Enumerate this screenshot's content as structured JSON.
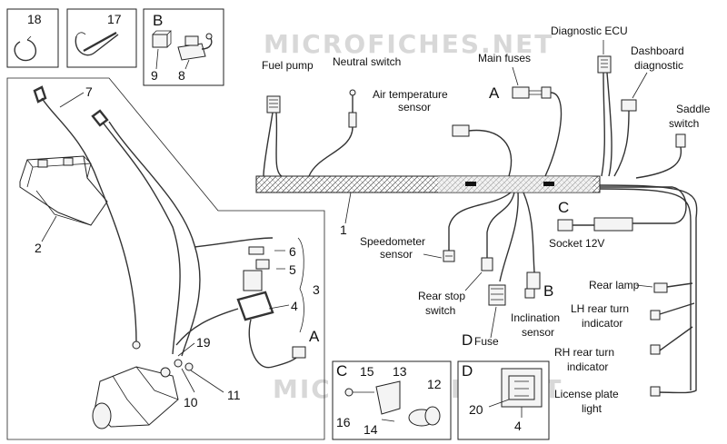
{
  "watermark": "MICROFICHES.NET",
  "labels": {
    "fuel_pump": "Fuel pump",
    "neutral_switch": "Neutral switch",
    "main_fuses": "Main fuses",
    "diagnostic_ecu": "Diagnostic ECU",
    "dashboard_diagnostic_1": "Dashboard",
    "dashboard_diagnostic_2": "diagnostic",
    "air_temp_1": "Air temperature",
    "air_temp_2": "sensor",
    "saddle_switch_1": "Saddle",
    "saddle_switch_2": "switch",
    "speedometer_1": "Speedometer",
    "speedometer_2": "sensor",
    "socket_12v": "Socket 12V",
    "rear_lamp": "Rear lamp",
    "lh_rear_turn_1": "LH rear turn",
    "lh_rear_turn_2": "indicator",
    "rear_stop_1": "Rear stop",
    "rear_stop_2": "switch",
    "inclination_1": "Inclination",
    "inclination_2": "sensor",
    "rh_rear_turn_1": "RH rear turn",
    "rh_rear_turn_2": "indicator",
    "license_1": "License plate",
    "license_2": "light",
    "fuse": "Fuse"
  },
  "letters": {
    "a1": "A",
    "a2": "A",
    "b1": "B",
    "b2": "B",
    "c1": "C",
    "c2": "C",
    "d1": "D",
    "d2": "D"
  },
  "callouts": {
    "n1": "1",
    "n2": "2",
    "n3": "3",
    "n4a": "4",
    "n4b": "4",
    "n5": "5",
    "n6": "6",
    "n7": "7",
    "n8": "8",
    "n9": "9",
    "n10": "10",
    "n11": "11",
    "n12": "12",
    "n13": "13",
    "n14": "14",
    "n15": "15",
    "n16": "16",
    "n17": "17",
    "n18": "18",
    "n19": "19",
    "n20": "20"
  }
}
